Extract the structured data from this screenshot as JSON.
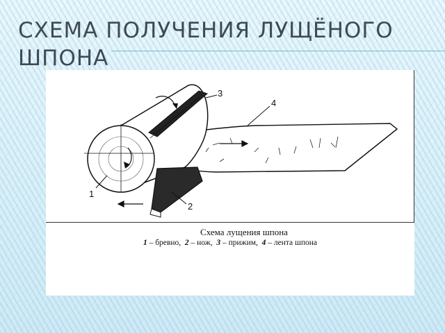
{
  "slide": {
    "title": "СХЕМА ПОЛУЧЕНИЯ ЛУЩЁНОГО ШПОНА"
  },
  "figure": {
    "labels": {
      "log": "1",
      "knife": "2",
      "press": "3",
      "veneer_tape": "4"
    },
    "caption_title": "Схема лущения шпона",
    "legend": [
      {
        "num": "1",
        "text": "бревно"
      },
      {
        "num": "2",
        "text": "нож"
      },
      {
        "num": "3",
        "text": "прижим"
      },
      {
        "num": "4",
        "text": "лента шпона"
      }
    ]
  }
}
